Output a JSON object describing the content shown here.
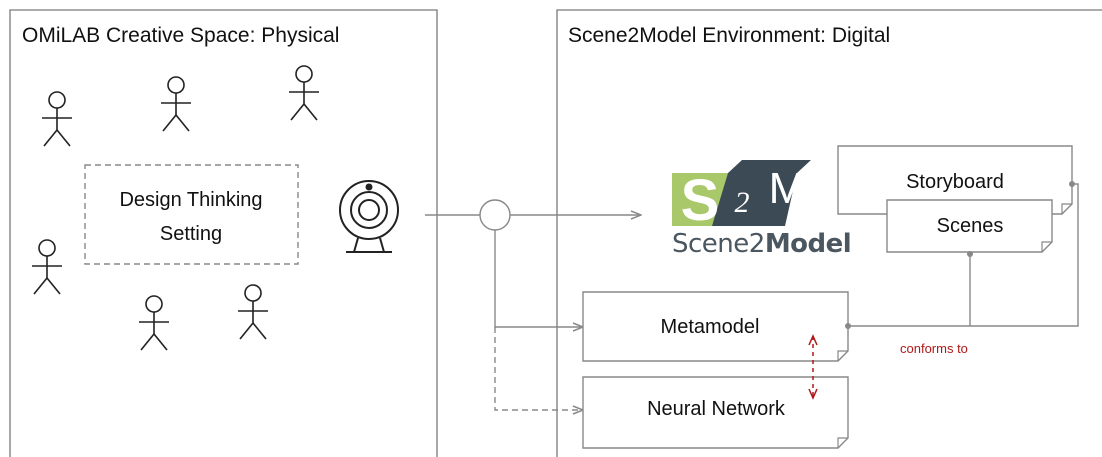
{
  "physical_panel": {
    "title": "OMiLAB Creative Space: Physical"
  },
  "digital_panel": {
    "title": "Scene2Model Environment: Digital"
  },
  "design_thinking": {
    "line1": "Design Thinking",
    "line2": "Setting"
  },
  "logo": {
    "left_letter": "S",
    "middle_glyph": "2",
    "right_letter": "M",
    "caption_regular": "Scene2",
    "caption_bold": "Model",
    "colors": {
      "green": "#a9c86a",
      "slate": "#3c4a56"
    }
  },
  "boxes": {
    "storyboard": "Storyboard",
    "scenes": "Scenes",
    "metamodel": "Metamodel",
    "neural_network": "Neural Network"
  },
  "relation": {
    "label": "conforms to",
    "color": "#b01818"
  },
  "icons": {
    "person": "person-stick-figure-icon",
    "camera": "webcam-icon"
  }
}
